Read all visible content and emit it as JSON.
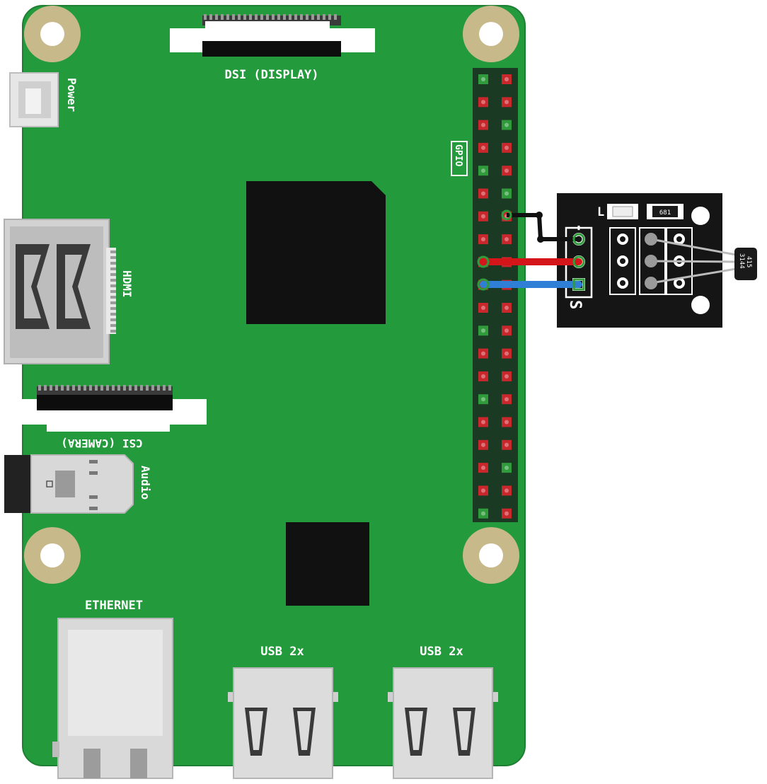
{
  "board": {
    "labels": {
      "dsi": "DSI (DISPLAY)",
      "power": "Power",
      "hdmi": "HDMI",
      "gpio": "GPIO",
      "csi": "CSI (CAMERA)",
      "audio": "Audio",
      "ethernet": "ETHERNET",
      "usb_left": "USB 2x",
      "usb_right": "USB 2x"
    },
    "colors": {
      "pcb": "#239a3c",
      "pcb_edge": "#1e7f33",
      "chip": "#111111",
      "mount_ring": "#c8b98b",
      "pin_red": "#c8272c",
      "pin_green": "#2f9b3b",
      "header": "#1b3a23"
    },
    "gpio_header": {
      "rows": 20,
      "left_column_green_rows": [
        0,
        4,
        11,
        14,
        19
      ],
      "right_column_green_rows": [
        2,
        5,
        17
      ]
    }
  },
  "sensor": {
    "labels": {
      "minus": "-",
      "signal": "S",
      "led": "L",
      "resistor": "681",
      "chip_line1": "3144",
      "chip_line2": "415"
    },
    "colors": {
      "pcb": "#151515",
      "pad": "#ffffff",
      "chip": "#1a1a1a"
    }
  },
  "wires": [
    {
      "name": "ground",
      "color": "#111111"
    },
    {
      "name": "vcc",
      "color": "#d4161b"
    },
    {
      "name": "signal",
      "color": "#2f7fd6"
    }
  ]
}
